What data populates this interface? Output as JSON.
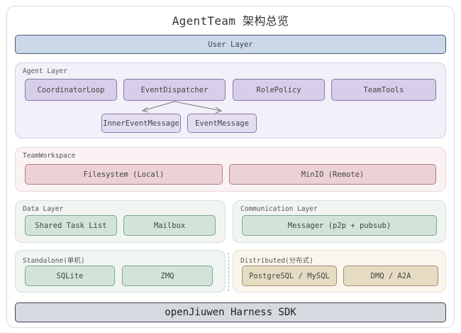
{
  "title": "AgentTeam 架构总览",
  "user_layer": "User Layer",
  "agent_layer": {
    "label": "Agent Layer",
    "components": [
      "CoordinatorLoop",
      "EventDispatcher",
      "RolePolicy",
      "TeamTools"
    ],
    "sub_components": [
      "InnerEventMessage",
      "EventMessage"
    ]
  },
  "team_workspace": {
    "label": "TeamWorkspace",
    "components": [
      "Filesystem (Local)",
      "MinIO (Remote)"
    ]
  },
  "data_layer": {
    "label": "Data Layer",
    "components": [
      "Shared Task List",
      "Mailbox"
    ]
  },
  "communication_layer": {
    "label": "Communication Layer",
    "components": [
      "Messager (p2p + pubsub)"
    ]
  },
  "standalone": {
    "label": "Standalone(单机)",
    "components": [
      "SQLite",
      "ZMQ"
    ]
  },
  "distributed": {
    "label": "Distributed(分布式)",
    "components": [
      "PostgreSQL / MySQL",
      "DMQ / A2A"
    ]
  },
  "sdk_layer": "openJiuwen Harness SDK",
  "colors": {
    "user_layer": "#cbd8ea",
    "agent": "#d7cfe9",
    "workspace": "#ecd2d5",
    "data": "#d2e4d9",
    "distributed": "#e6dcc4",
    "sdk": "#d6d9df"
  }
}
